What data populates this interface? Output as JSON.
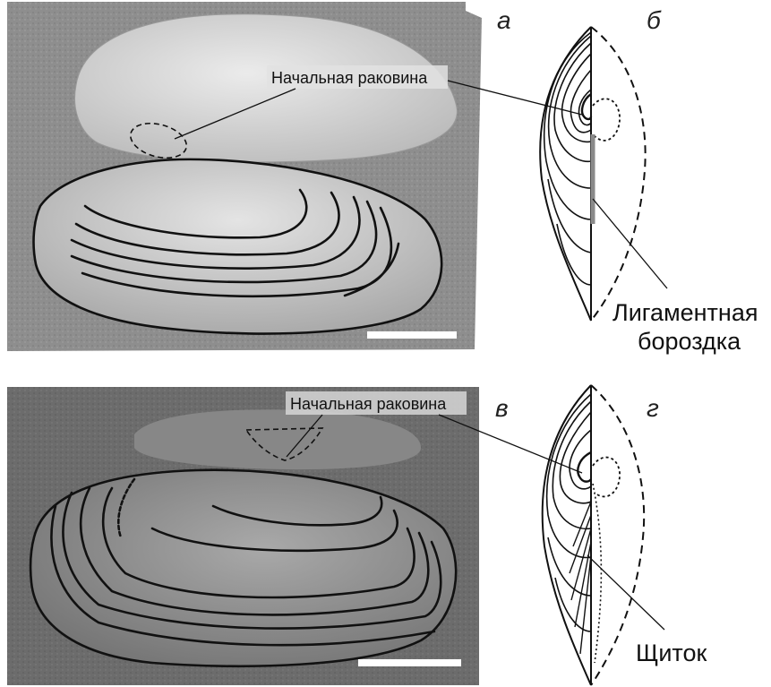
{
  "panels": {
    "a": "а",
    "b": "б",
    "v": "в",
    "g": "г"
  },
  "labels": {
    "initial_shell_top": "Начальная раковина",
    "initial_shell_bottom": "Начальная раковина",
    "ligament_groove_line1": "Лигаментная",
    "ligament_groove_line2": "бороздка",
    "shield": "Щиток"
  },
  "colors": {
    "photo_top_bg": "#8f8f8f",
    "photo_bottom_bg": "#6f6f6f",
    "shell_fill_top": "#d8d8d8",
    "shell_fill_bottom": "#9a9a9a",
    "line": "#111111",
    "scale_bar": "#ffffff"
  }
}
